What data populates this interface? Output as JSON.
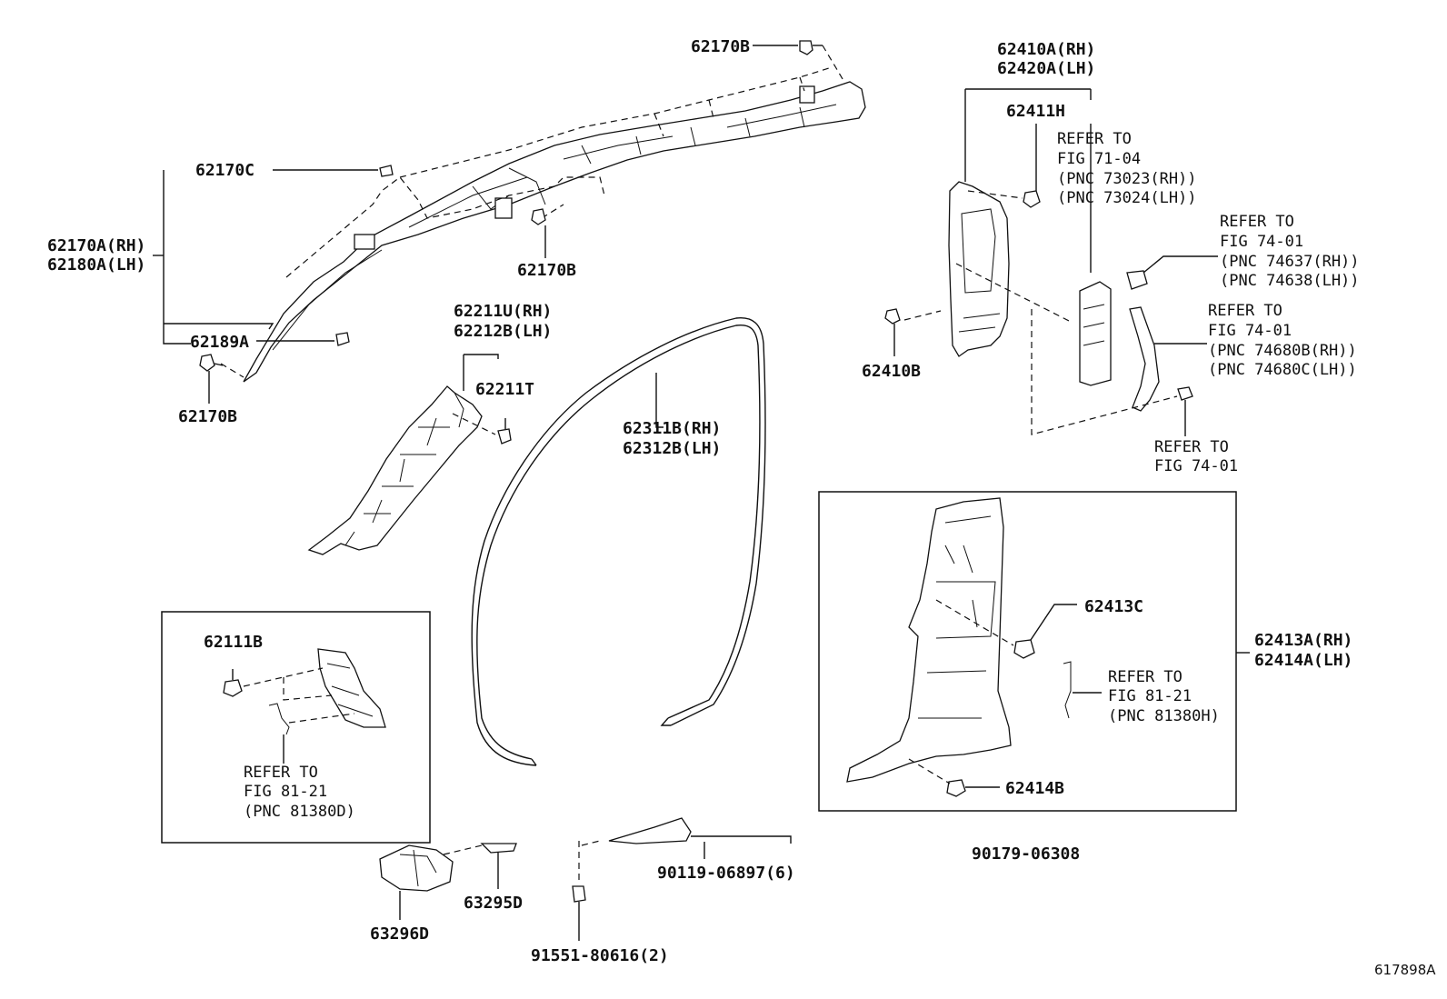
{
  "labels": {
    "p62170B_top": "62170B",
    "p62170C": "62170C",
    "p62170A_rh": "62170A(RH)",
    "p62180A_lh": "62180A(LH)",
    "p62189A": "62189A",
    "p62170B_left": "62170B",
    "p62170B_mid": "62170B",
    "p62211U_rh": "62211U(RH)",
    "p62212B_lh": "62212B(LH)",
    "p62211T": "62211T",
    "p62311B_rh": "62311B(RH)",
    "p62312B_lh": "62312B(LH)",
    "p62410A_rh": "62410A(RH)",
    "p62420A_lh": "62420A(LH)",
    "p62411H": "62411H",
    "p62410B": "62410B",
    "p62111B": "62111B",
    "p62413C": "62413C",
    "p62413A_rh": "62413A(RH)",
    "p62414A_lh": "62414A(LH)",
    "p62414B": "62414B",
    "p90179": "90179-06308",
    "p90119": "90119-06897(6)",
    "p63295D": "63295D",
    "p63296D": "63296D",
    "p91551": "91551-80616(2)"
  },
  "refs": {
    "r1": [
      "REFER TO",
      "FIG 71-04",
      "(PNC 73023(RH))",
      "(PNC 73024(LH))"
    ],
    "r2": [
      "REFER TO",
      "FIG 74-01",
      "(PNC 74637(RH))",
      "(PNC 74638(LH))"
    ],
    "r3": [
      "REFER TO",
      "FIG 74-01",
      "(PNC 74680B(RH))",
      "(PNC 74680C(LH))"
    ],
    "r4": [
      "REFER TO",
      "FIG 74-01"
    ],
    "r5": [
      "REFER TO",
      "FIG 81-21",
      "(PNC 81380D)"
    ],
    "r6": [
      "REFER TO",
      "FIG 81-21",
      "(PNC 81380H)"
    ]
  },
  "figure_id": "617898A"
}
